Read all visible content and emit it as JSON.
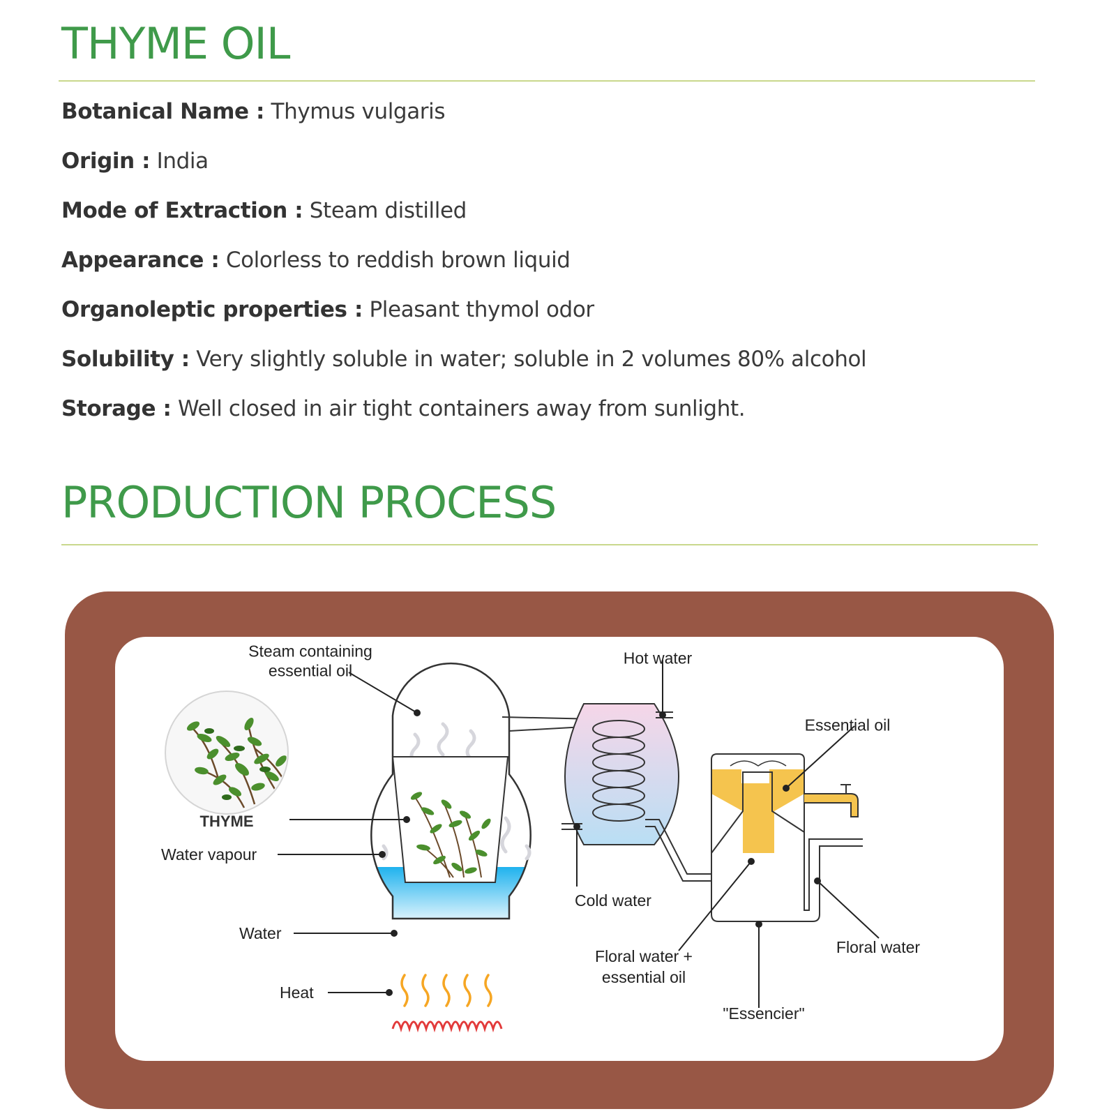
{
  "product": {
    "title": "THYME OIL",
    "properties": [
      {
        "label": "Botanical Name :",
        "value": "Thymus vulgaris"
      },
      {
        "label": "Origin :",
        "value": "India"
      },
      {
        "label": "Mode of Extraction :",
        "value": "Steam distilled"
      },
      {
        "label": "Appearance :",
        "value": "Colorless to reddish brown liquid"
      },
      {
        "label": "Organoleptic properties :",
        "value": "Pleasant thymol odor"
      },
      {
        "label": "Solubility :",
        "value": "Very slightly soluble in water; soluble in 2 volumes 80% alcohol"
      },
      {
        "label": "Storage :",
        "value": "Well closed in air tight containers away from sunlight."
      }
    ]
  },
  "process": {
    "title": "PRODUCTION PROCESS",
    "diagram": {
      "steam_line1": "Steam containing",
      "steam_line2": "essential oil",
      "hot_water": "Hot water",
      "essential_oil": "Essential oil",
      "thyme": "THYME",
      "water_vapour": "Water vapour",
      "water": "Water",
      "heat": "Heat",
      "cold_water": "Cold water",
      "floral_mix_line1": "Floral water +",
      "floral_mix_line2": "essential oil",
      "floral_water": "Floral water",
      "essencier": "\"Essencier\""
    }
  },
  "colors": {
    "heading_green": "#3f9a4a",
    "rule_green": "#c9d88c",
    "frame_brown": "#985745",
    "water_blue": "#1fb2ee",
    "oil_yellow": "#f5c44e"
  }
}
